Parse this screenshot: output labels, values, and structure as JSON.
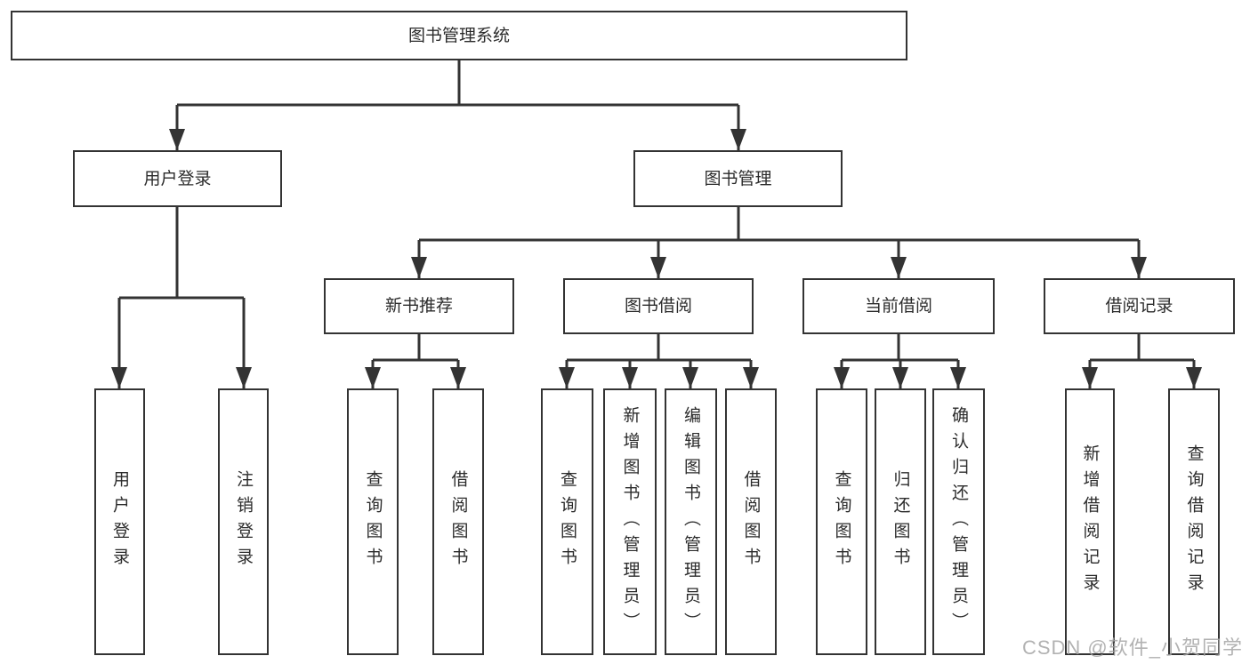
{
  "diagram": {
    "root": {
      "label": "图书管理系统"
    },
    "branches": [
      {
        "label": "用户登录",
        "children": [
          {
            "label": "用户登录"
          },
          {
            "label": "注销登录"
          }
        ]
      },
      {
        "label": "图书管理",
        "children": [
          {
            "label": "新书推荐",
            "children": [
              {
                "label": "查询图书"
              },
              {
                "label": "借阅图书"
              }
            ]
          },
          {
            "label": "图书借阅",
            "children": [
              {
                "label": "查询图书"
              },
              {
                "label": "新增图书（管理员）"
              },
              {
                "label": "编辑图书（管理员）"
              },
              {
                "label": "借阅图书"
              }
            ]
          },
          {
            "label": "当前借阅",
            "children": [
              {
                "label": "查询图书"
              },
              {
                "label": "归还图书"
              },
              {
                "label": "确认归还（管理员）"
              }
            ]
          },
          {
            "label": "借阅记录",
            "children": [
              {
                "label": "新增借阅记录"
              },
              {
                "label": "查询借阅记录"
              }
            ]
          }
        ]
      }
    ]
  },
  "watermark": {
    "text": "CSDN @软件_小贺同学"
  },
  "colors": {
    "line": "#333333",
    "box_border": "#333333",
    "text": "#2b2b2b",
    "background": "#ffffff",
    "watermark": "#a5a5a5"
  }
}
